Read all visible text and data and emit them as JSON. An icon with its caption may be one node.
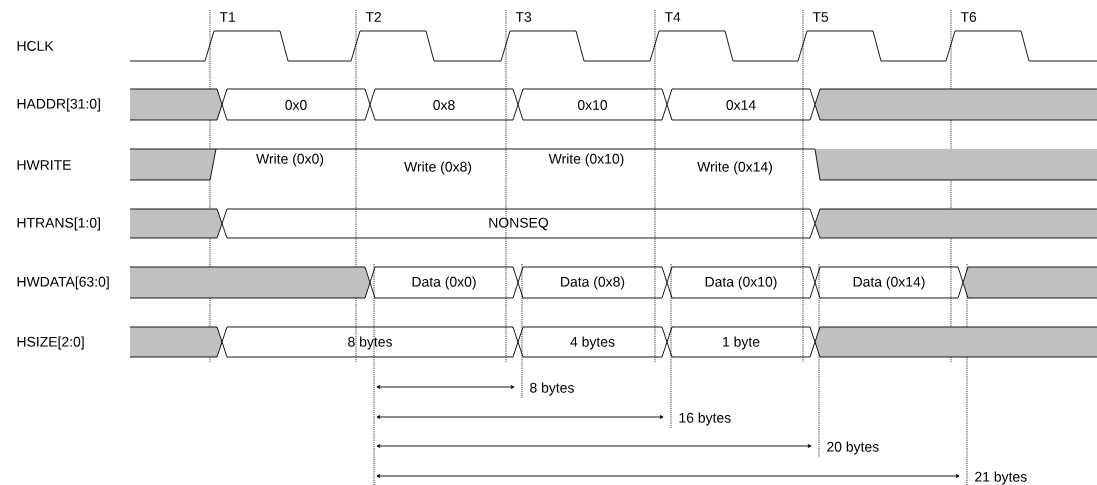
{
  "diagram": {
    "labels": [
      "T1",
      "T2",
      "T3",
      "T4",
      "T5",
      "T6",
      "HCLK",
      "HADDR[31:0]",
      "0x0",
      "0x8",
      "0x10",
      "0x14",
      "HWRITE",
      "Write (0x0)",
      "Write (0x8)",
      "Write (0x10)",
      "Write (0x14)",
      "HTRANS[1:0]",
      "NONSEQ",
      "HWDATA[63:0]",
      "Data (0x0)",
      "Data (0x8)",
      "Data (0x10)",
      "Data (0x14)",
      "HSIZE[2:0]",
      "8 bytes",
      "4 bytes",
      "1 byte",
      "8 bytes",
      "16 bytes",
      "20 bytes",
      "21 bytes"
    ]
  }
}
